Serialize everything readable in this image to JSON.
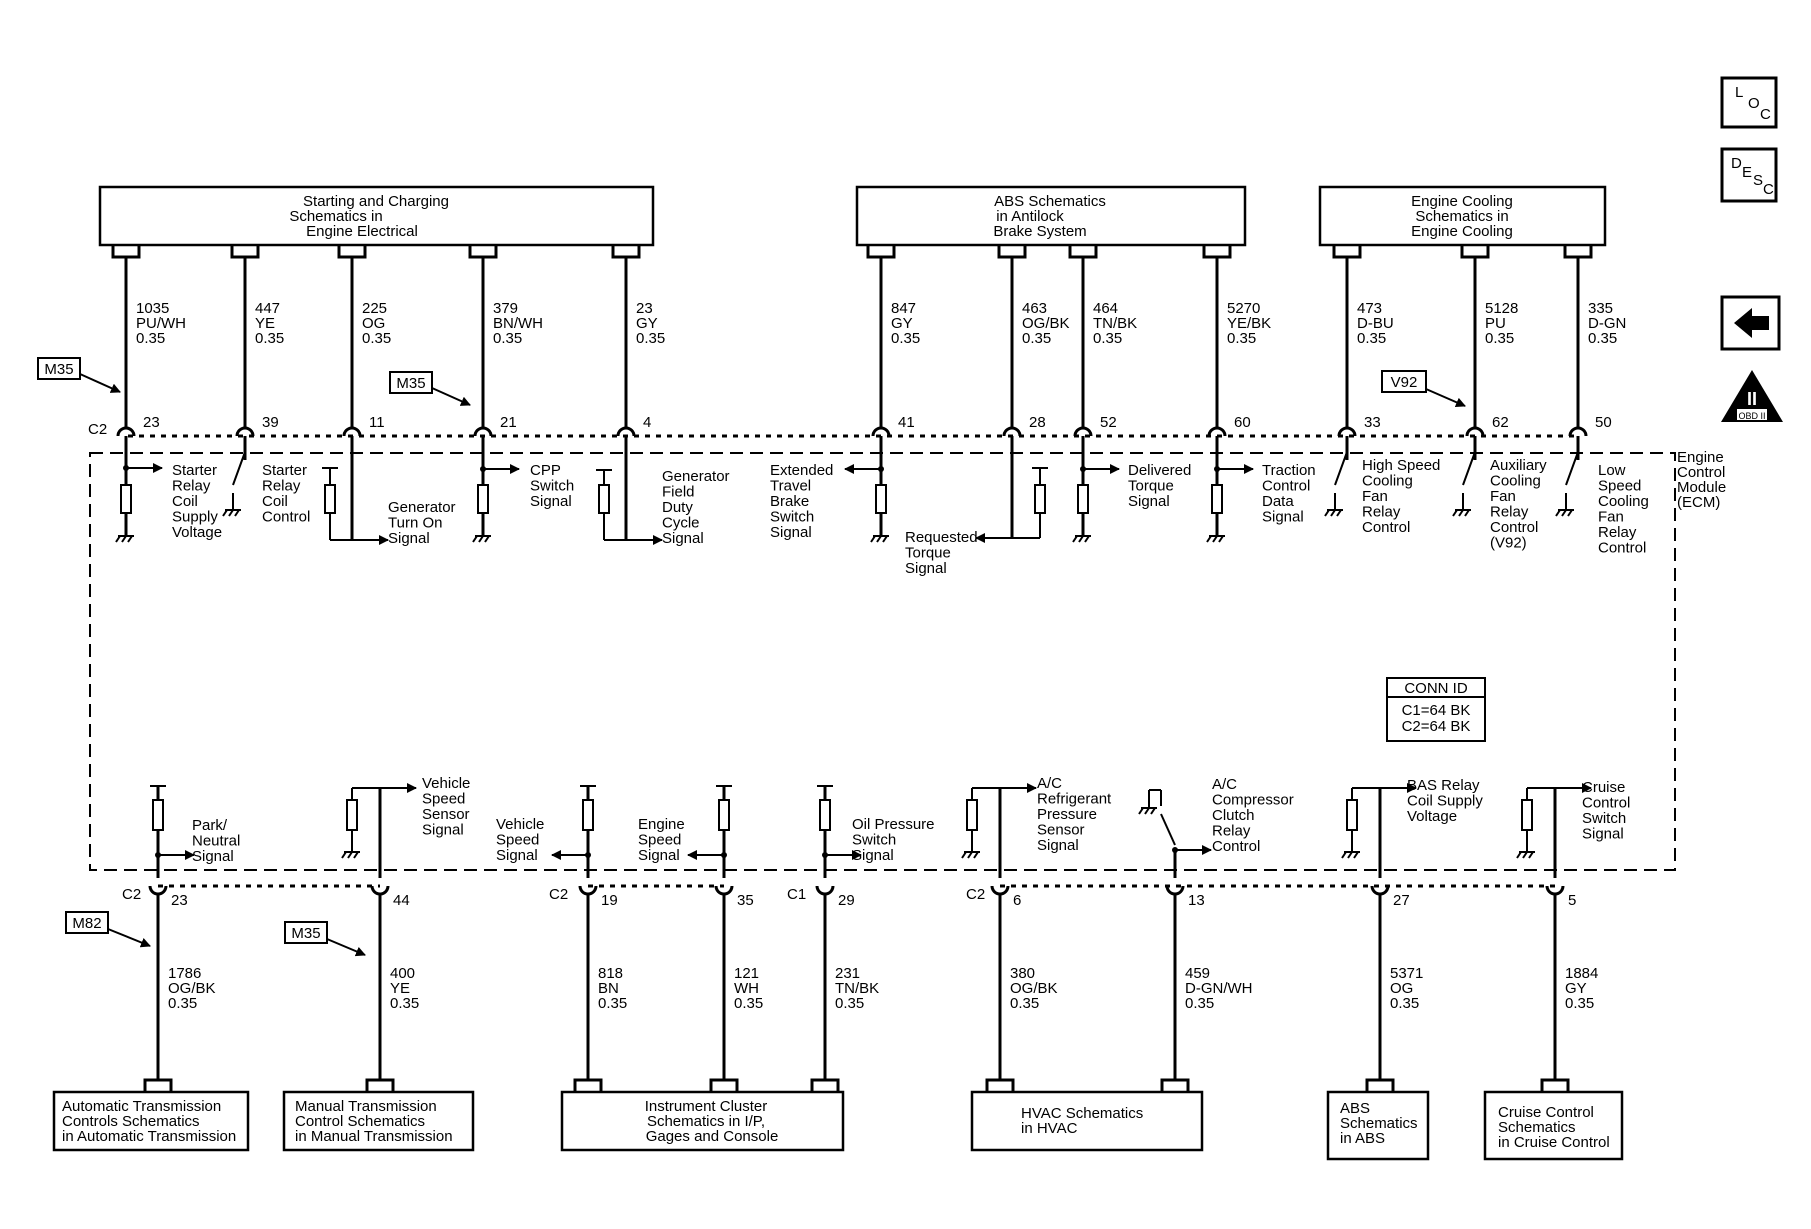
{
  "modules": {
    "top": [
      {
        "id": "starting",
        "lines": [
          "Starting and Charging",
          "Schematics in",
          "Engine Electrical"
        ]
      },
      {
        "id": "abs",
        "lines": [
          "ABS Schematics",
          "in Antilock",
          "Brake System"
        ]
      },
      {
        "id": "cooling",
        "lines": [
          "Engine Cooling",
          "Schematics in",
          "Engine Cooling"
        ]
      }
    ],
    "bottom": [
      {
        "id": "auto",
        "lines": [
          "Automatic Transmission",
          "Controls Schematics",
          "in Automatic Transmission"
        ],
        "align": "left"
      },
      {
        "id": "manual",
        "lines": [
          "Manual Transmission",
          "Control Schematics",
          "in Manual Transmission"
        ],
        "align": "left"
      },
      {
        "id": "cluster",
        "lines": [
          "Instrument Cluster",
          "Schematics in I/P,",
          "Gages and Console"
        ],
        "align": "center"
      },
      {
        "id": "hvac",
        "lines": [
          "HVAC Schematics",
          "in HVAC"
        ],
        "align": "left"
      },
      {
        "id": "absb",
        "lines": [
          "ABS",
          "Schematics",
          "in ABS"
        ],
        "align": "left"
      },
      {
        "id": "cruise",
        "lines": [
          "Cruise Control",
          "Schematics",
          "in Cruise Control"
        ],
        "align": "left"
      }
    ]
  },
  "ecm": {
    "lines": [
      "Engine",
      "Control",
      "Module",
      "(ECM)"
    ]
  },
  "conn_id": {
    "title": "CONN ID",
    "lines": [
      "C1=64 BK",
      "C2=64 BK"
    ]
  },
  "connectors": {
    "top": "C2",
    "bottom_left": "C2",
    "bottom_c2b": "C2",
    "bottom_c1": "C1",
    "bottom_c2c": "C2"
  },
  "options": {
    "m35_top_a": "M35",
    "m35_top_b": "M35",
    "v92": "V92",
    "m82": "M82",
    "m35_bottom": "M35"
  },
  "top_wires": [
    {
      "circuit": "1035",
      "color": "PU/WH",
      "gauge": "0.35",
      "pin": "23",
      "signal": [
        "Starter",
        "Relay",
        "Coil",
        "Supply",
        "Voltage"
      ]
    },
    {
      "circuit": "447",
      "color": "YE",
      "gauge": "0.35",
      "pin": "39",
      "signal": [
        "Starter",
        "Relay",
        "Coil",
        "Control"
      ]
    },
    {
      "circuit": "225",
      "color": "OG",
      "gauge": "0.35",
      "pin": "11",
      "signal": [
        "Generator",
        "Turn On",
        "Signal"
      ]
    },
    {
      "circuit": "379",
      "color": "BN/WH",
      "gauge": "0.35",
      "pin": "21",
      "signal": [
        "CPP",
        "Switch",
        "Signal"
      ]
    },
    {
      "circuit": "23",
      "color": "GY",
      "gauge": "0.35",
      "pin": "4",
      "signal": [
        "Generator",
        "Field",
        "Duty",
        "Cycle",
        "Signal"
      ]
    },
    {
      "circuit": "847",
      "color": "GY",
      "gauge": "0.35",
      "pin": "41",
      "signal": [
        "Extended",
        "Travel",
        "Brake",
        "Switch",
        "Signal"
      ]
    },
    {
      "circuit": "463",
      "color": "OG/BK",
      "gauge": "0.35",
      "pin": "28",
      "signal": [
        "Requested",
        "Torque",
        "Signal"
      ]
    },
    {
      "circuit": "464",
      "color": "TN/BK",
      "gauge": "0.35",
      "pin": "52",
      "signal": [
        "Delivered",
        "Torque",
        "Signal"
      ]
    },
    {
      "circuit": "5270",
      "color": "YE/BK",
      "gauge": "0.35",
      "pin": "60",
      "signal": [
        "Traction",
        "Control",
        "Data",
        "Signal"
      ]
    },
    {
      "circuit": "473",
      "color": "D-BU",
      "gauge": "0.35",
      "pin": "33",
      "signal": [
        "High Speed",
        "Cooling",
        "Fan",
        "Relay",
        "Control"
      ]
    },
    {
      "circuit": "5128",
      "color": "PU",
      "gauge": "0.35",
      "pin": "62",
      "signal": [
        "Auxiliary",
        "Cooling",
        "Fan",
        "Relay",
        "Control",
        "(V92)"
      ]
    },
    {
      "circuit": "335",
      "color": "D-GN",
      "gauge": "0.35",
      "pin": "50",
      "signal": [
        "Low",
        "Speed",
        "Cooling",
        "Fan",
        "Relay",
        "Control"
      ]
    }
  ],
  "bottom_wires": [
    {
      "circuit": "1786",
      "color": "OG/BK",
      "gauge": "0.35",
      "pin": "23",
      "signal": [
        "Park/",
        "Neutral",
        "Signal"
      ]
    },
    {
      "circuit": "400",
      "color": "YE",
      "gauge": "0.35",
      "pin": "44",
      "signal": [
        "Vehicle",
        "Speed",
        "Sensor",
        "Signal"
      ]
    },
    {
      "circuit": "818",
      "color": "BN",
      "gauge": "0.35",
      "pin": "19",
      "signal": [
        "Vehicle",
        "Speed",
        "Signal"
      ]
    },
    {
      "circuit": "121",
      "color": "WH",
      "gauge": "0.35",
      "pin": "35",
      "signal": [
        "Engine",
        "Speed",
        "Signal"
      ]
    },
    {
      "circuit": "231",
      "color": "TN/BK",
      "gauge": "0.35",
      "pin": "29",
      "signal": [
        "Oil Pressure",
        "Switch",
        "Signal"
      ]
    },
    {
      "circuit": "380",
      "color": "OG/BK",
      "gauge": "0.35",
      "pin": "6",
      "signal": [
        "A/C",
        "Refrigerant",
        "Pressure",
        "Sensor",
        "Signal"
      ]
    },
    {
      "circuit": "459",
      "color": "D-GN/WH",
      "gauge": "0.35",
      "pin": "13",
      "signal": [
        "A/C",
        "Compressor",
        "Clutch",
        "Relay",
        "Control"
      ]
    },
    {
      "circuit": "5371",
      "color": "OG",
      "gauge": "0.35",
      "pin": "27",
      "signal": [
        "BAS Relay",
        "Coil Supply",
        "Voltage"
      ]
    },
    {
      "circuit": "1884",
      "color": "GY",
      "gauge": "0.35",
      "pin": "5",
      "signal": [
        "Cruise",
        "Control",
        "Switch",
        "Signal"
      ]
    }
  ],
  "icons": {
    "loc": [
      "L",
      "O",
      "C"
    ],
    "desc": [
      "D",
      "E",
      "S",
      "C"
    ],
    "obd": "OBD II",
    "obd_mark": "II"
  }
}
